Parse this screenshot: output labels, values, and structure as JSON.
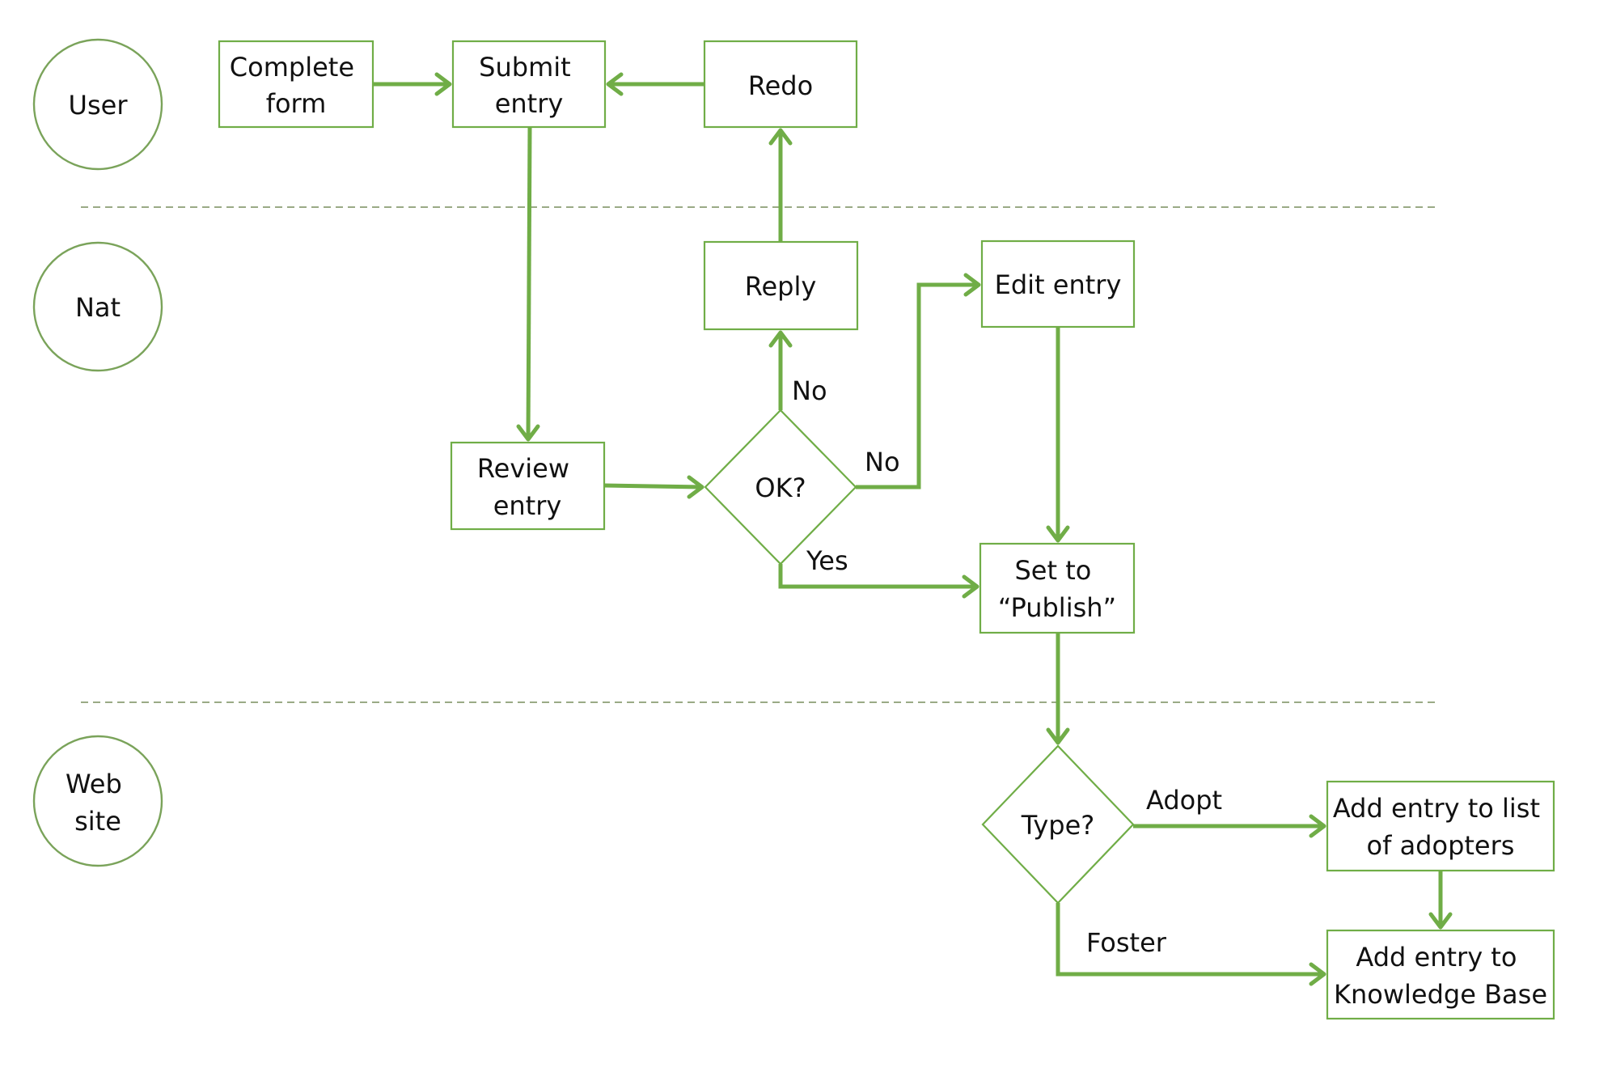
{
  "diagram": {
    "type": "swimlane-flowchart",
    "colors": {
      "accent": "#70AD47",
      "divider": "#9AAA86",
      "text": "#111111",
      "background": "#FFFFFF"
    },
    "lanes": [
      {
        "id": "user",
        "label": [
          "User"
        ]
      },
      {
        "id": "nat",
        "label": [
          "Nat"
        ]
      },
      {
        "id": "website",
        "label": [
          "Web",
          "site"
        ]
      }
    ],
    "nodes": {
      "complete_form": {
        "shape": "box",
        "lane": "user",
        "label": [
          "Complete",
          "form"
        ]
      },
      "submit_entry": {
        "shape": "box",
        "lane": "user",
        "label": [
          "Submit",
          "entry"
        ]
      },
      "redo": {
        "shape": "box",
        "lane": "user",
        "label": [
          "Redo"
        ]
      },
      "reply": {
        "shape": "box",
        "lane": "nat",
        "label": [
          "Reply"
        ]
      },
      "edit_entry": {
        "shape": "box",
        "lane": "nat",
        "label": [
          "Edit entry"
        ]
      },
      "review_entry": {
        "shape": "box",
        "lane": "nat",
        "label": [
          "Review",
          "entry"
        ]
      },
      "ok_decision": {
        "shape": "diamond",
        "lane": "nat",
        "label": [
          "OK?"
        ]
      },
      "set_publish": {
        "shape": "box",
        "lane": "nat",
        "label": [
          "Set to",
          "“Publish”"
        ]
      },
      "type_decision": {
        "shape": "diamond",
        "lane": "website",
        "label": [
          "Type?"
        ]
      },
      "add_adopters": {
        "shape": "box",
        "lane": "website",
        "label": [
          "Add entry to list",
          "of adopters"
        ]
      },
      "add_kb": {
        "shape": "box",
        "lane": "website",
        "label": [
          "Add entry to",
          "Knowledge Base"
        ]
      }
    },
    "edges": [
      {
        "from": "complete_form",
        "to": "submit_entry",
        "label": ""
      },
      {
        "from": "redo",
        "to": "submit_entry",
        "label": ""
      },
      {
        "from": "submit_entry",
        "to": "review_entry",
        "label": ""
      },
      {
        "from": "reply",
        "to": "redo",
        "label": ""
      },
      {
        "from": "review_entry",
        "to": "ok_decision",
        "label": ""
      },
      {
        "from": "ok_decision",
        "to": "reply",
        "label": "No"
      },
      {
        "from": "ok_decision",
        "to": "edit_entry",
        "label": "No"
      },
      {
        "from": "ok_decision",
        "to": "set_publish",
        "label": "Yes"
      },
      {
        "from": "edit_entry",
        "to": "set_publish",
        "label": ""
      },
      {
        "from": "set_publish",
        "to": "type_decision",
        "label": ""
      },
      {
        "from": "type_decision",
        "to": "add_adopters",
        "label": "Adopt"
      },
      {
        "from": "type_decision",
        "to": "add_kb",
        "label": "Foster"
      },
      {
        "from": "add_adopters",
        "to": "add_kb",
        "label": ""
      }
    ]
  }
}
